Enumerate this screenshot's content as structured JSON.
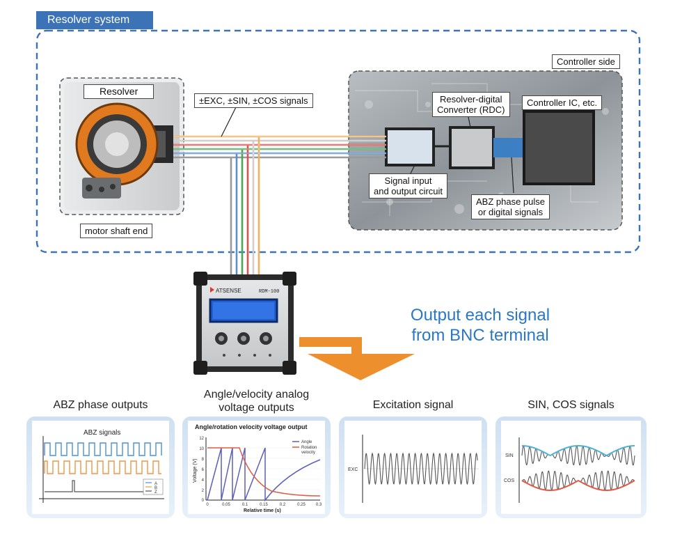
{
  "system": {
    "title": "Resolver system",
    "controller_side": "Controller side",
    "resolver_label": "Resolver",
    "motor_label": "motor shaft end",
    "signals_label": "±EXC, ±SIN, ±COS signals",
    "sig_io_line1": "Signal input",
    "sig_io_line2": "and output circuit",
    "rdc_line1": "Resolver-digital",
    "rdc_line2": "Converter (RDC)",
    "controller_ic": "Controller IC, etc.",
    "abz_line1": "ABZ phase pulse",
    "abz_line2": "or digital signals"
  },
  "device": {
    "brand": "ATSENSE",
    "model": "RDM-100"
  },
  "output": {
    "line1": "Output each signal",
    "line2": "from BNC terminal"
  },
  "panels": {
    "abz": {
      "caption": "ABZ phase outputs",
      "inner_title": "ABZ signals",
      "legend": [
        "A",
        "B",
        "Z"
      ]
    },
    "angle": {
      "caption_line1": "Angle/velocity analog",
      "caption_line2": "voltage outputs",
      "inner_title": "Angle/rotation velocity voltage output",
      "legend_angle": "Angle",
      "legend_velocity_line1": "Rotation",
      "legend_velocity_line2": "velocity",
      "ylabel": "Voltage (V)",
      "xlabel": "Relative time (s)",
      "yticks": [
        "12",
        "10",
        "8",
        "6",
        "4",
        "2",
        "0"
      ],
      "xticks": [
        "0",
        "0.05",
        "0.1",
        "0.15",
        "0.2",
        "0.25",
        "0.3"
      ]
    },
    "exc": {
      "caption": "Excitation signal",
      "label": "EXC"
    },
    "sincos": {
      "caption": "SIN, COS signals",
      "sin_label": "SIN",
      "cos_label": "COS"
    }
  },
  "colors": {
    "accent_blue": "#3b73b6",
    "dashed_border": "#3b73b6",
    "arrow_orange": "#ec8f2c",
    "output_text": "#2a78c5",
    "abz_blue": "#4a90d9",
    "abz_orange": "#ef9545"
  }
}
